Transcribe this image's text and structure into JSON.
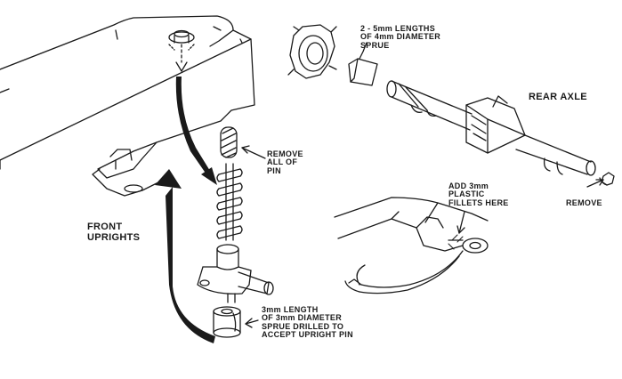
{
  "labels": {
    "sprue_lengths": "2 - 5mm LENGTHS\nOF 4mm DIAMETER\nSPRUE",
    "rear_axle": "REAR AXLE",
    "remove_all_of_pin": "REMOVE\nALL OF\nPIN",
    "add_fillets": "ADD 3mm\nPLASTIC\nFILLETS HERE",
    "remove": "REMOVE",
    "front_uprights": "FRONT\nUPRIGHTS",
    "sprue_drilled": "3mm LENGTH\nOF 3mm DIAMETER\nSPRUE DRILLED TO\nACCEPT UPRIGHT PIN"
  },
  "colors": {
    "ink": "#1a1a1a",
    "background": "#ffffff"
  }
}
